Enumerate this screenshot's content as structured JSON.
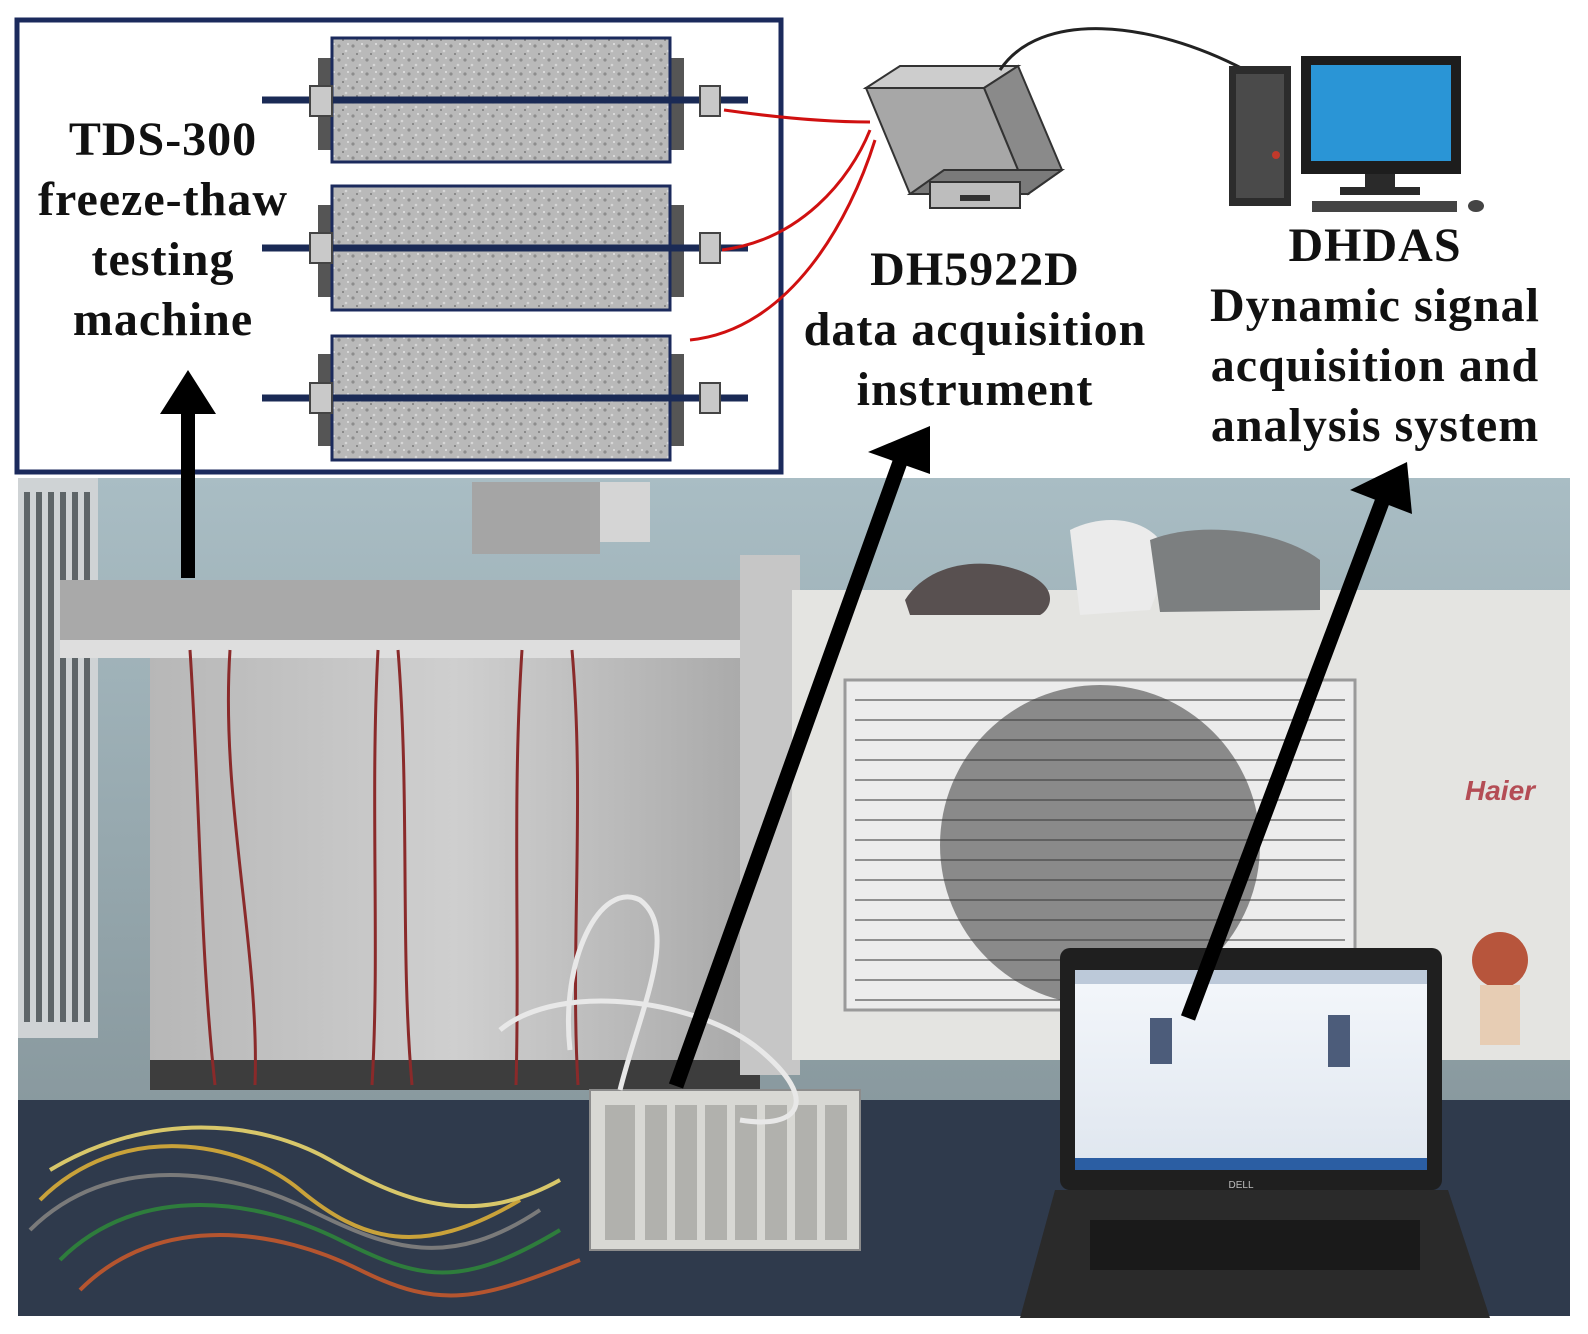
{
  "machine_label": {
    "line1": "TDS-300",
    "line2": "freeze-thaw",
    "line3": "testing",
    "line4": "machine"
  },
  "daq_label": {
    "line1": "DH5922D",
    "line2": "data acquisition",
    "line3": "instrument"
  },
  "pc_label": {
    "line1": "DHDAS",
    "line2": "Dynamic signal",
    "line3": "acquisition and",
    "line4": "analysis system"
  },
  "photo_text": {
    "condenser_brand": "Haier",
    "laptop_brand": "DELL"
  },
  "colors": {
    "arrow": "#000000",
    "sensor_wire": "#d01010",
    "panel_border": "#1b2a5c",
    "specimen_rod": "#1a2a55"
  },
  "icons": [
    "arrow-up-icon",
    "desktop-computer-icon",
    "daq-unit-icon",
    "specimen-bar-icon"
  ]
}
